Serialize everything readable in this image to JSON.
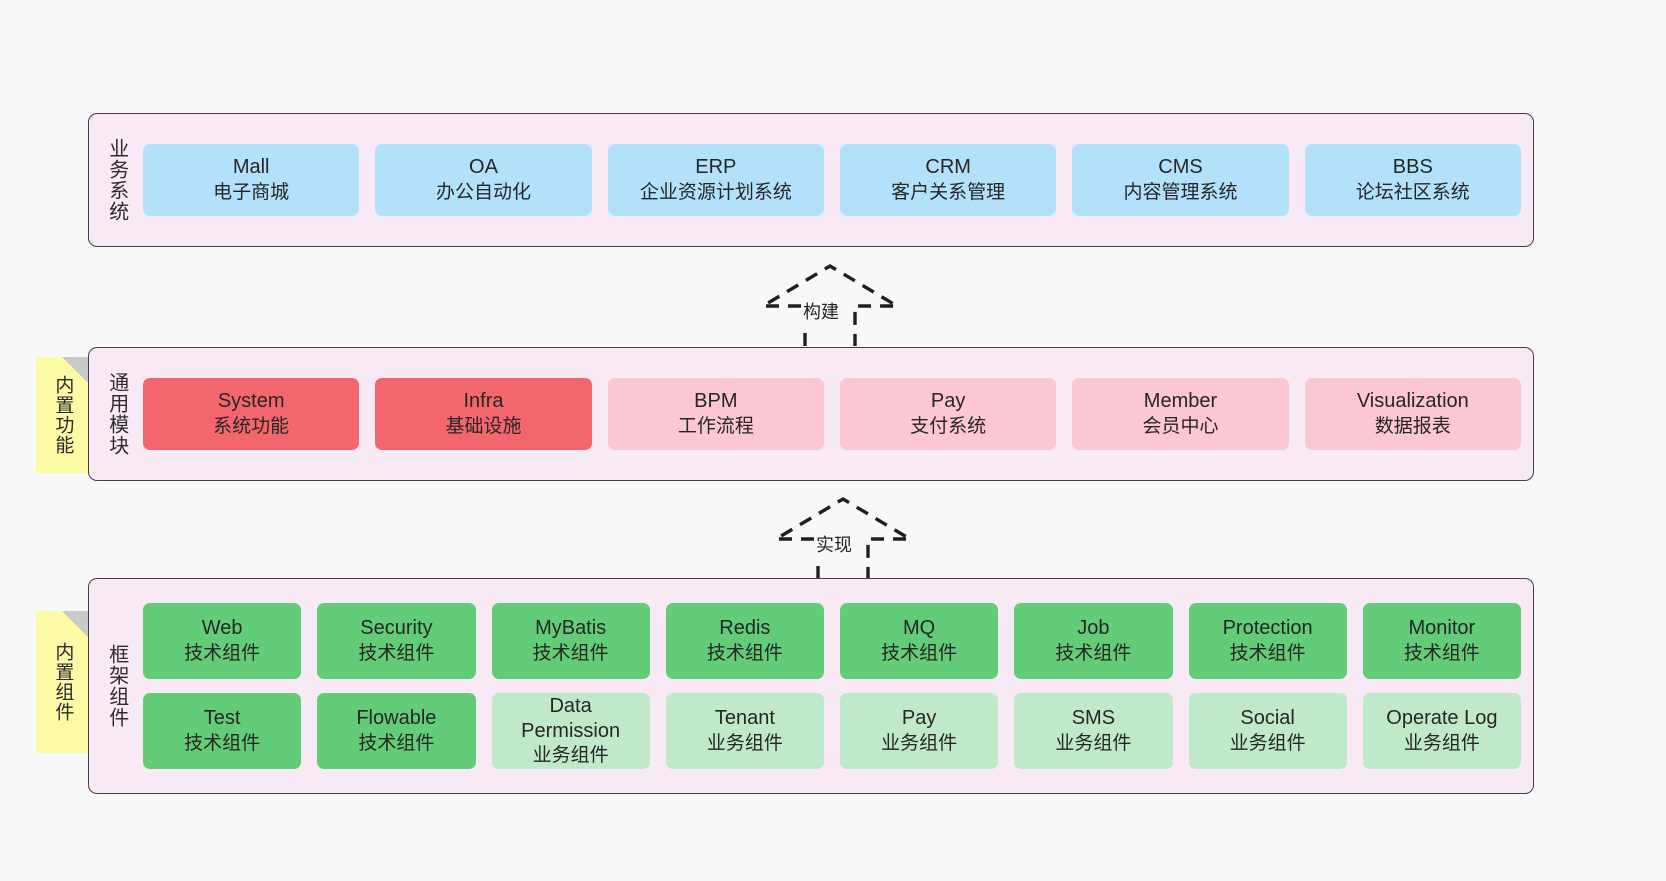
{
  "colors": {
    "page_background": "#f8f8f8",
    "layer_background": "#f7eaf5",
    "layer_border": "#4a3c46",
    "business_box": "#b3e1fb",
    "module_strong": "#f4666e",
    "module_light": "#fbc7d2",
    "component_tech": "#63cc79",
    "component_business": "#bfe9c8",
    "sticky_note": "#fcfaa4",
    "sticky_fold": "#c9c9c9",
    "text": "#262626"
  },
  "layers": [
    {
      "id": "business-system",
      "title": "业务系统",
      "rows": [
        {
          "boxes": [
            {
              "title": "Mall",
              "sub": "电子商城",
              "style": "blue"
            },
            {
              "title": "OA",
              "sub": "办公自动化",
              "style": "blue"
            },
            {
              "title": "ERP",
              "sub": "企业资源计划系统",
              "style": "blue"
            },
            {
              "title": "CRM",
              "sub": "客户关系管理",
              "style": "blue"
            },
            {
              "title": "CMS",
              "sub": "内容管理系统",
              "style": "blue"
            },
            {
              "title": "BBS",
              "sub": "论坛社区系统",
              "style": "blue"
            }
          ]
        }
      ]
    },
    {
      "id": "common-module",
      "title": "通用模块",
      "sticky": "内置功能",
      "rows": [
        {
          "boxes": [
            {
              "title": "System",
              "sub": "系统功能",
              "style": "red"
            },
            {
              "title": "Infra",
              "sub": "基础设施",
              "style": "red"
            },
            {
              "title": "BPM",
              "sub": "工作流程",
              "style": "pink"
            },
            {
              "title": "Pay",
              "sub": "支付系统",
              "style": "pink"
            },
            {
              "title": "Member",
              "sub": "会员中心",
              "style": "pink"
            },
            {
              "title": "Visualization",
              "sub": "数据报表",
              "style": "pink"
            }
          ]
        }
      ]
    },
    {
      "id": "framework-component",
      "title": "框架组件",
      "sticky": "内置组件",
      "rows": [
        {
          "boxes": [
            {
              "title": "Web",
              "sub": "技术组件",
              "style": "green"
            },
            {
              "title": "Security",
              "sub": "技术组件",
              "style": "green"
            },
            {
              "title": "MyBatis",
              "sub": "技术组件",
              "style": "green"
            },
            {
              "title": "Redis",
              "sub": "技术组件",
              "style": "green"
            },
            {
              "title": "MQ",
              "sub": "技术组件",
              "style": "green"
            },
            {
              "title": "Job",
              "sub": "技术组件",
              "style": "green"
            },
            {
              "title": "Protection",
              "sub": "技术组件",
              "style": "green"
            },
            {
              "title": "Monitor",
              "sub": "技术组件",
              "style": "green"
            }
          ]
        },
        {
          "boxes": [
            {
              "title": "Test",
              "sub": "技术组件",
              "style": "green"
            },
            {
              "title": "Flowable",
              "sub": "技术组件",
              "style": "green"
            },
            {
              "title": "Data Permission",
              "sub": "业务组件",
              "style": "lightgreen"
            },
            {
              "title": "Tenant",
              "sub": "业务组件",
              "style": "lightgreen"
            },
            {
              "title": "Pay",
              "sub": "业务组件",
              "style": "lightgreen"
            },
            {
              "title": "SMS",
              "sub": "业务组件",
              "style": "lightgreen"
            },
            {
              "title": "Social",
              "sub": "业务组件",
              "style": "lightgreen"
            },
            {
              "title": "Operate Log",
              "sub": "业务组件",
              "style": "lightgreen"
            }
          ]
        }
      ]
    }
  ],
  "connectors": [
    {
      "id": "build",
      "label": "构建"
    },
    {
      "id": "implement",
      "label": "实现"
    }
  ]
}
